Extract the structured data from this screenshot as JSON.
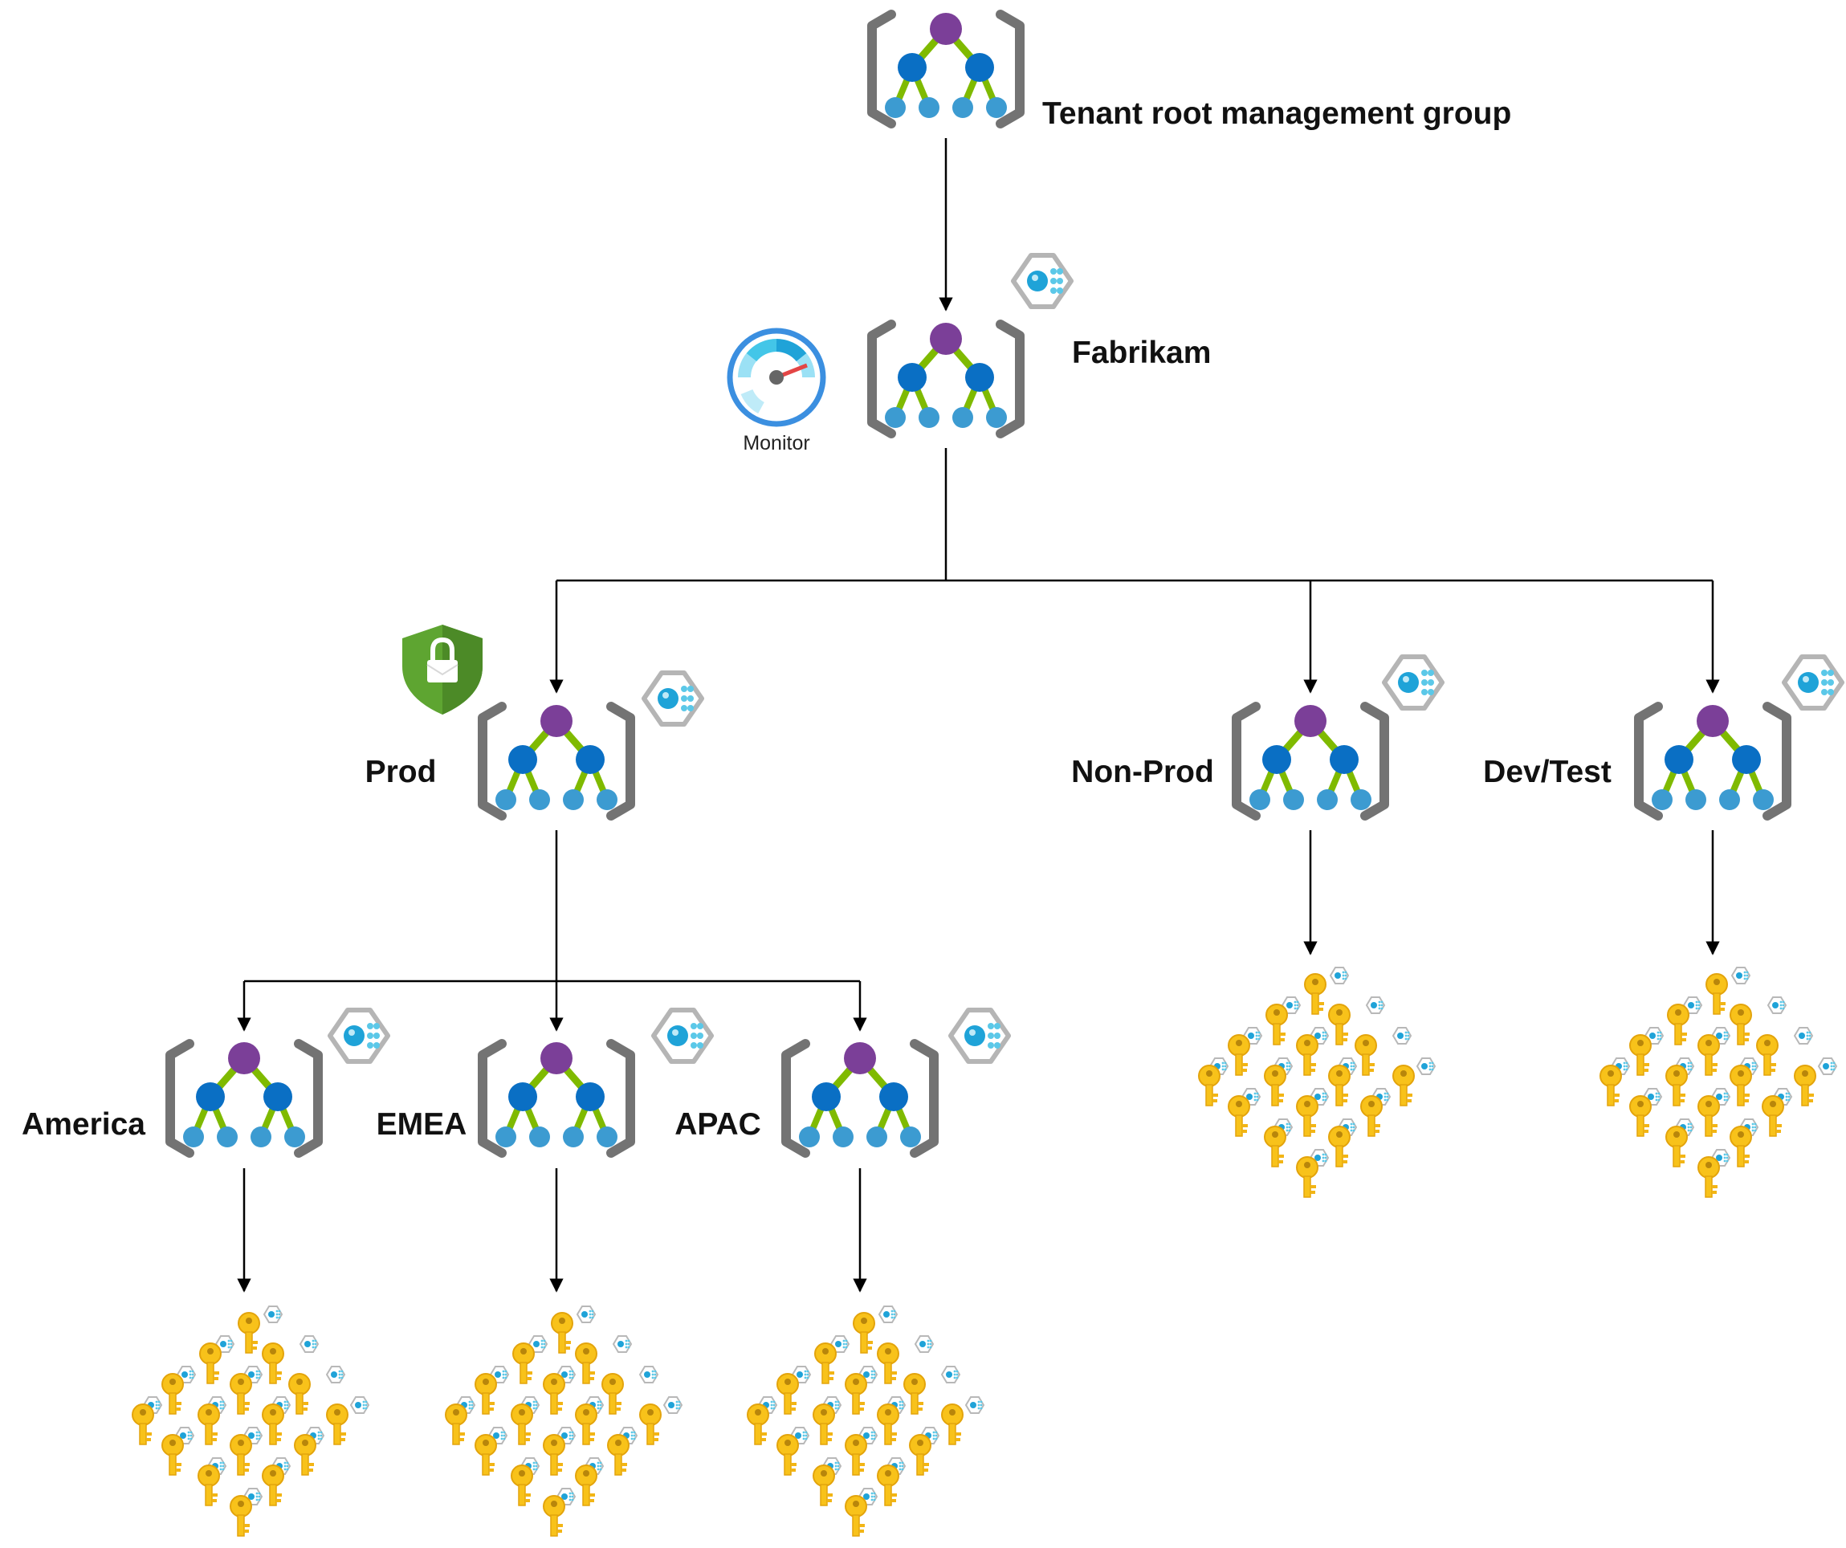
{
  "nodes": {
    "root": {
      "label": "Tenant root management group"
    },
    "fabrikam": {
      "label": "Fabrikam"
    },
    "prod": {
      "label": "Prod"
    },
    "nonprod": {
      "label": "Non-Prod"
    },
    "devtest": {
      "label": "Dev/Test"
    },
    "america": {
      "label": "America"
    },
    "emea": {
      "label": "EMEA"
    },
    "apac": {
      "label": "APAC"
    }
  },
  "monitor": {
    "caption": "Monitor",
    "icon": "monitor-gauge-icon"
  },
  "icons": {
    "management_group": "management-group-icon",
    "policy": "policy-hexagon-icon",
    "security": "security-shield-lock-icon",
    "subscription_cluster": "subscription-key-cluster-icon"
  },
  "colors": {
    "purple": "#7B3F98",
    "blue": "#0A6FC4",
    "light_blue": "#3C9BD1",
    "green": "#7FBA00",
    "bracket_gray": "#737373",
    "key_gold": "#F8C21A",
    "shield_green": "#5EA531",
    "arrow": "#000000"
  }
}
